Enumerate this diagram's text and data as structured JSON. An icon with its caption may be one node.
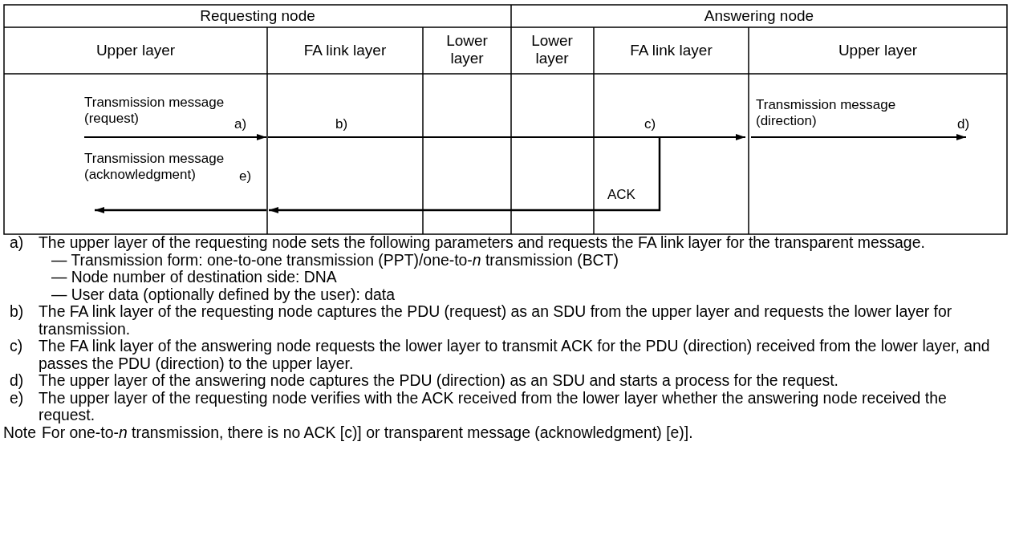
{
  "diagram": {
    "labels": [
      "Requesting node",
      "Answering node",
      "Upper layer",
      "FA link layer",
      "Lower layer",
      "Lower layer",
      "FA link layer",
      "Upper layer",
      "Transmission message (request)",
      "a)",
      "b)",
      "c)",
      "Transmission message (direction)",
      "d)",
      "Transmission message (acknowledgment)",
      "e)",
      "ACK",
      "a)",
      "The upper layer of the requesting node sets the following parameters and requests the FA link layer for the transparent message.",
      "— Transmission form: one-to-one transmission (PPT)/one-to-*n* transmission (BCT)",
      "— Node number of destination side: DNA",
      "— User data (optionally defined by the user): data",
      "b)",
      "The FA link layer of the requesting node captures the PDU (request) as an SDU from the upper layer and requests the lower layer for transmission.",
      "c)",
      "The FA link layer of the answering node requests the lower layer to transmit ACK for the PDU (direction) received from the lower layer, and passes the PDU (direction) to the upper layer.",
      "d)",
      "The upper layer of the answering node captures the PDU (direction) as an SDU and starts a process for the request.",
      "e)",
      "The upper layer of the requesting node verifies with the ACK received from the lower layer whether the answering node received the request.",
      "Note",
      "For one-to-*n* transmission, there is no ACK [c)] or transparent message (acknowledgment) [e)]."
    ]
  }
}
